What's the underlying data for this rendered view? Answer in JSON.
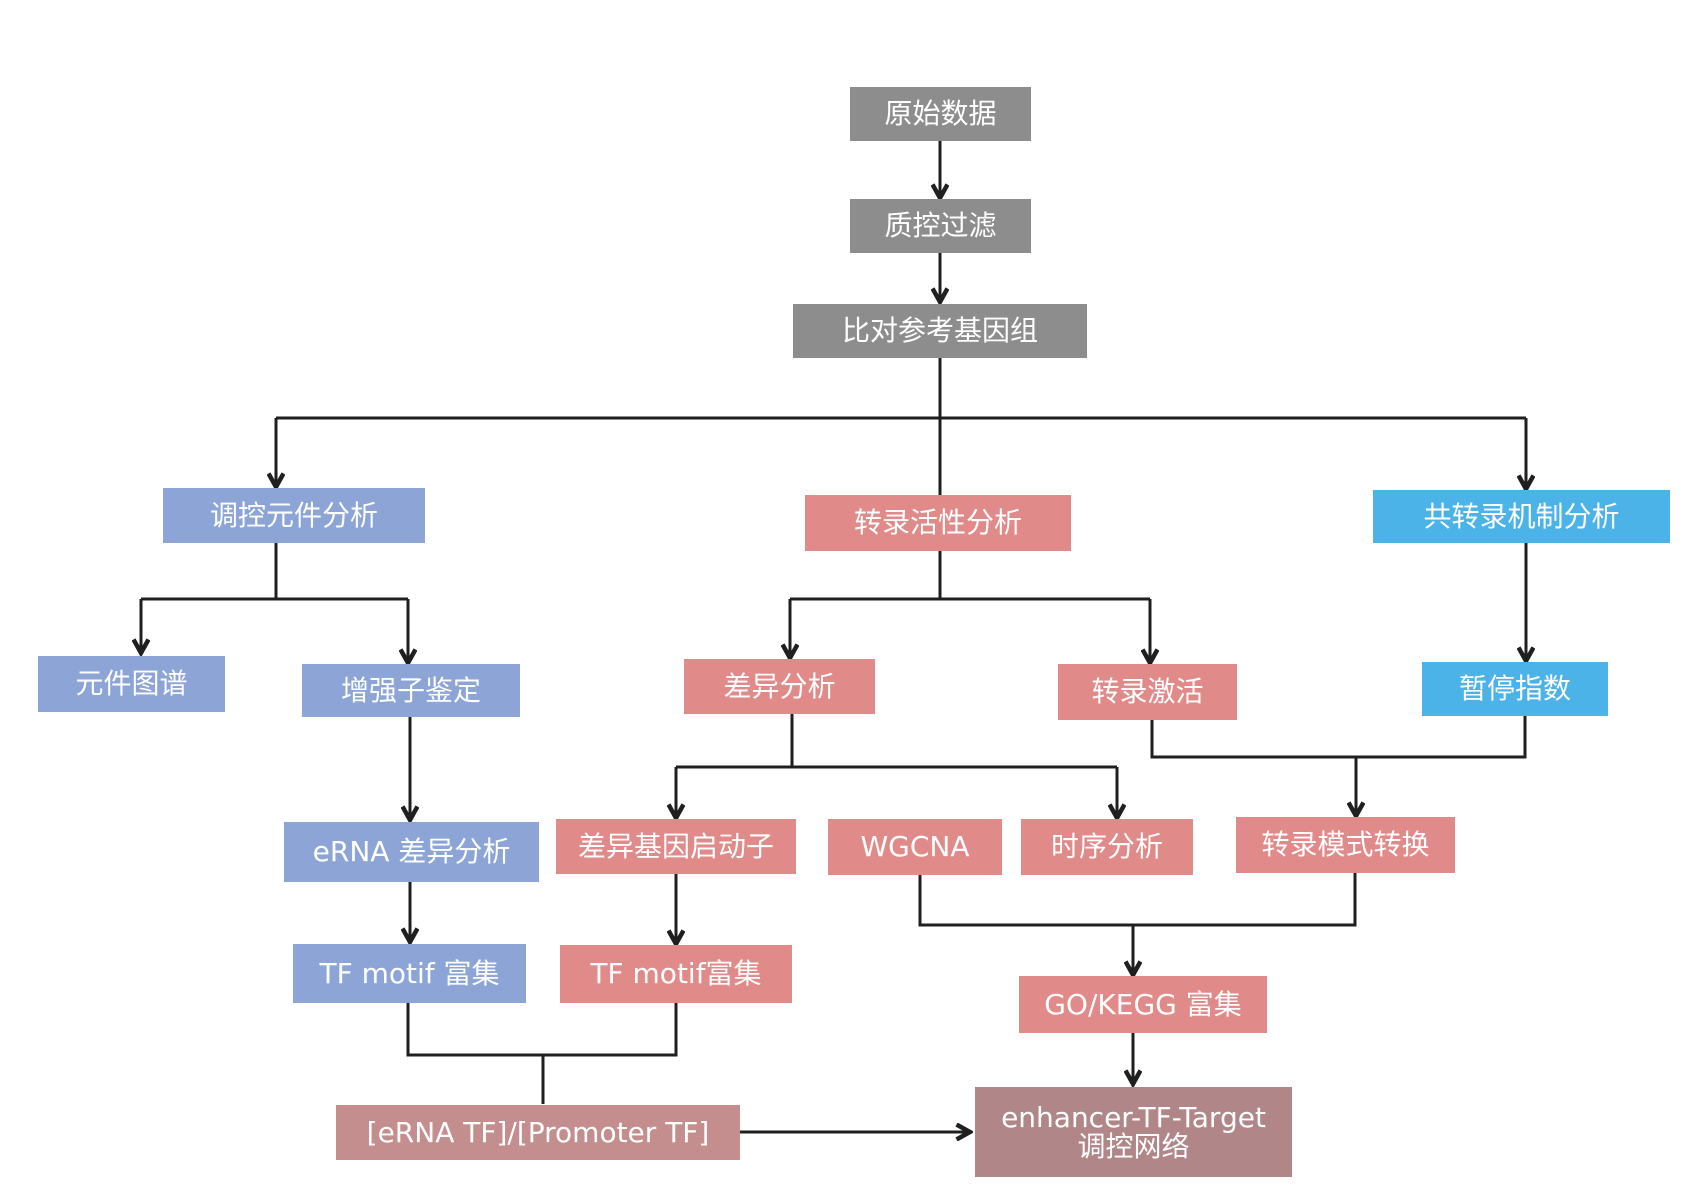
{
  "nodes": {
    "raw_data": "原始数据",
    "qc_filter": "质控过滤",
    "align_ref": "比对参考基因组",
    "regulatory_elements": "调控元件分析",
    "transcription_activity": "转录活性分析",
    "cotranscription": "共转录机制分析",
    "element_map": "元件图谱",
    "enhancer_id": "增强子鉴定",
    "differential_analysis": "差异分析",
    "transcription_activation": "转录激活",
    "pausing_index": "暂停指数",
    "erna_diff": "eRNA 差异分析",
    "diff_gene_promoter": "差异基因启动子",
    "wgcna": "WGCNA",
    "time_series": "时序分析",
    "transcription_mode_switch": "转录模式转换",
    "tf_motif_blue": "TF motif 富集",
    "tf_motif_pink": "TF motif富集",
    "go_kegg": "GO/KEGG 富集",
    "erna_promoter_tf": "[eRNA TF]/[Promoter TF]",
    "network_line1": "enhancer-TF-Target",
    "network_line2": "调控网络"
  },
  "colors": {
    "gray": "#8d8d8d",
    "blue": "#8ca5d6",
    "pink": "#e18a8a",
    "sky": "#4bb3e8",
    "mauve": "#b08689",
    "edge": "#1f1f1f"
  }
}
